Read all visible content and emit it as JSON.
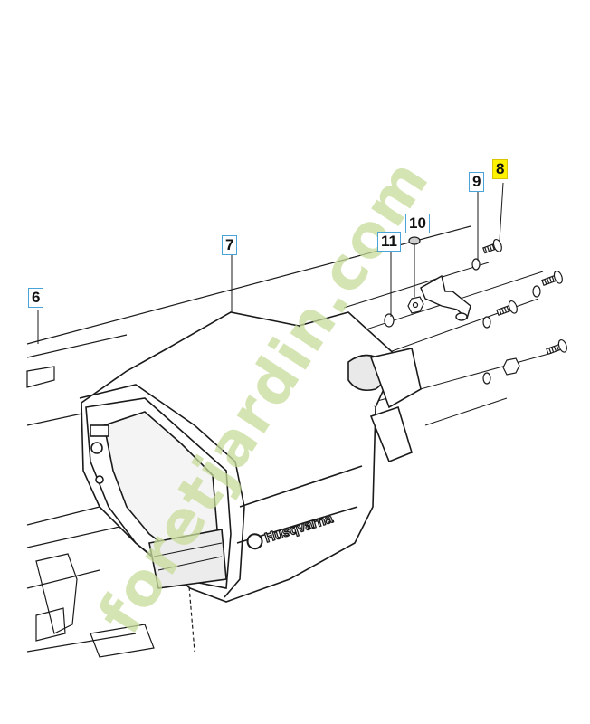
{
  "callouts": [
    {
      "id": "6",
      "label": "6",
      "highlighted": false
    },
    {
      "id": "7",
      "label": "7",
      "highlighted": false
    },
    {
      "id": "8",
      "label": "8",
      "highlighted": true
    },
    {
      "id": "9",
      "label": "9",
      "highlighted": false
    },
    {
      "id": "10",
      "label": "10",
      "highlighted": false
    },
    {
      "id": "11",
      "label": "11",
      "highlighted": false
    }
  ],
  "brand_text": "Husqvarna",
  "watermark": "foretjardin.com",
  "colors": {
    "callout_border": "#4aa3d8",
    "highlight": "#fff200",
    "watermark": "#c8dc9a",
    "watermark_accent": "#f0a030",
    "line": "#1a1a1a"
  }
}
